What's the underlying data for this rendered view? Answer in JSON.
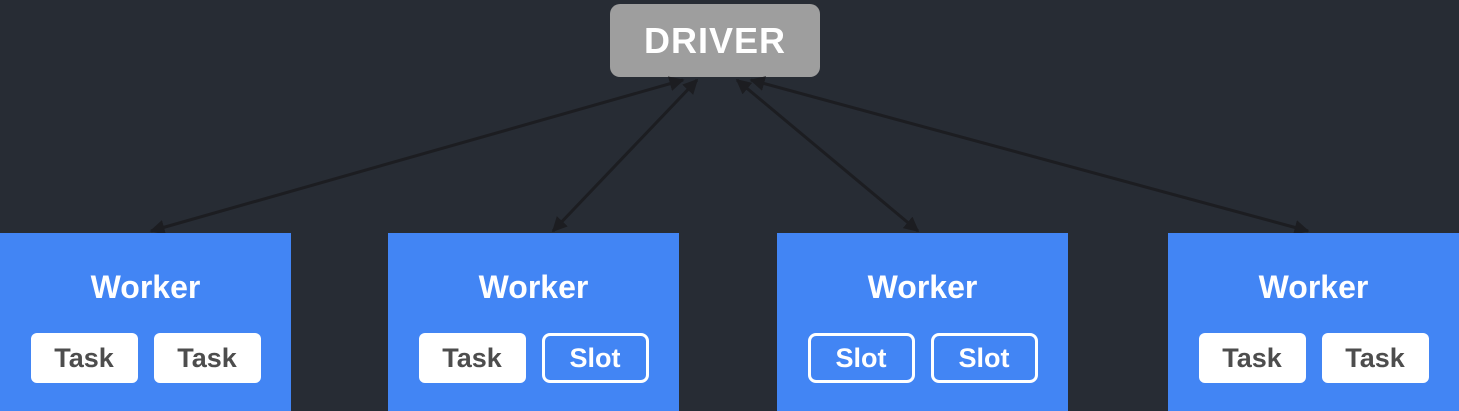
{
  "colors": {
    "background": "#272c34",
    "worker-blue": "#4285f4",
    "driver-gray": "#9e9e9e",
    "edge-dark": "#1c1d21",
    "task-text": "#4d4d4d",
    "white": "#ffffff"
  },
  "driver": {
    "label": "DRIVER"
  },
  "workers": [
    {
      "label": "Worker",
      "children": [
        {
          "type": "task",
          "label": "Task"
        },
        {
          "type": "task",
          "label": "Task"
        }
      ]
    },
    {
      "label": "Worker",
      "children": [
        {
          "type": "task",
          "label": "Task"
        },
        {
          "type": "slot",
          "label": "Slot"
        }
      ]
    },
    {
      "label": "Worker",
      "children": [
        {
          "type": "slot",
          "label": "Slot"
        },
        {
          "type": "slot",
          "label": "Slot"
        }
      ]
    },
    {
      "label": "Worker",
      "children": [
        {
          "type": "task",
          "label": "Task"
        },
        {
          "type": "task",
          "label": "Task"
        }
      ]
    }
  ],
  "edges": [
    {
      "from": "DRIVER",
      "to": "Worker 1",
      "bidirectional": true
    },
    {
      "from": "DRIVER",
      "to": "Worker 2",
      "bidirectional": true
    },
    {
      "from": "DRIVER",
      "to": "Worker 3",
      "bidirectional": true
    },
    {
      "from": "DRIVER",
      "to": "Worker 4",
      "bidirectional": true
    }
  ]
}
